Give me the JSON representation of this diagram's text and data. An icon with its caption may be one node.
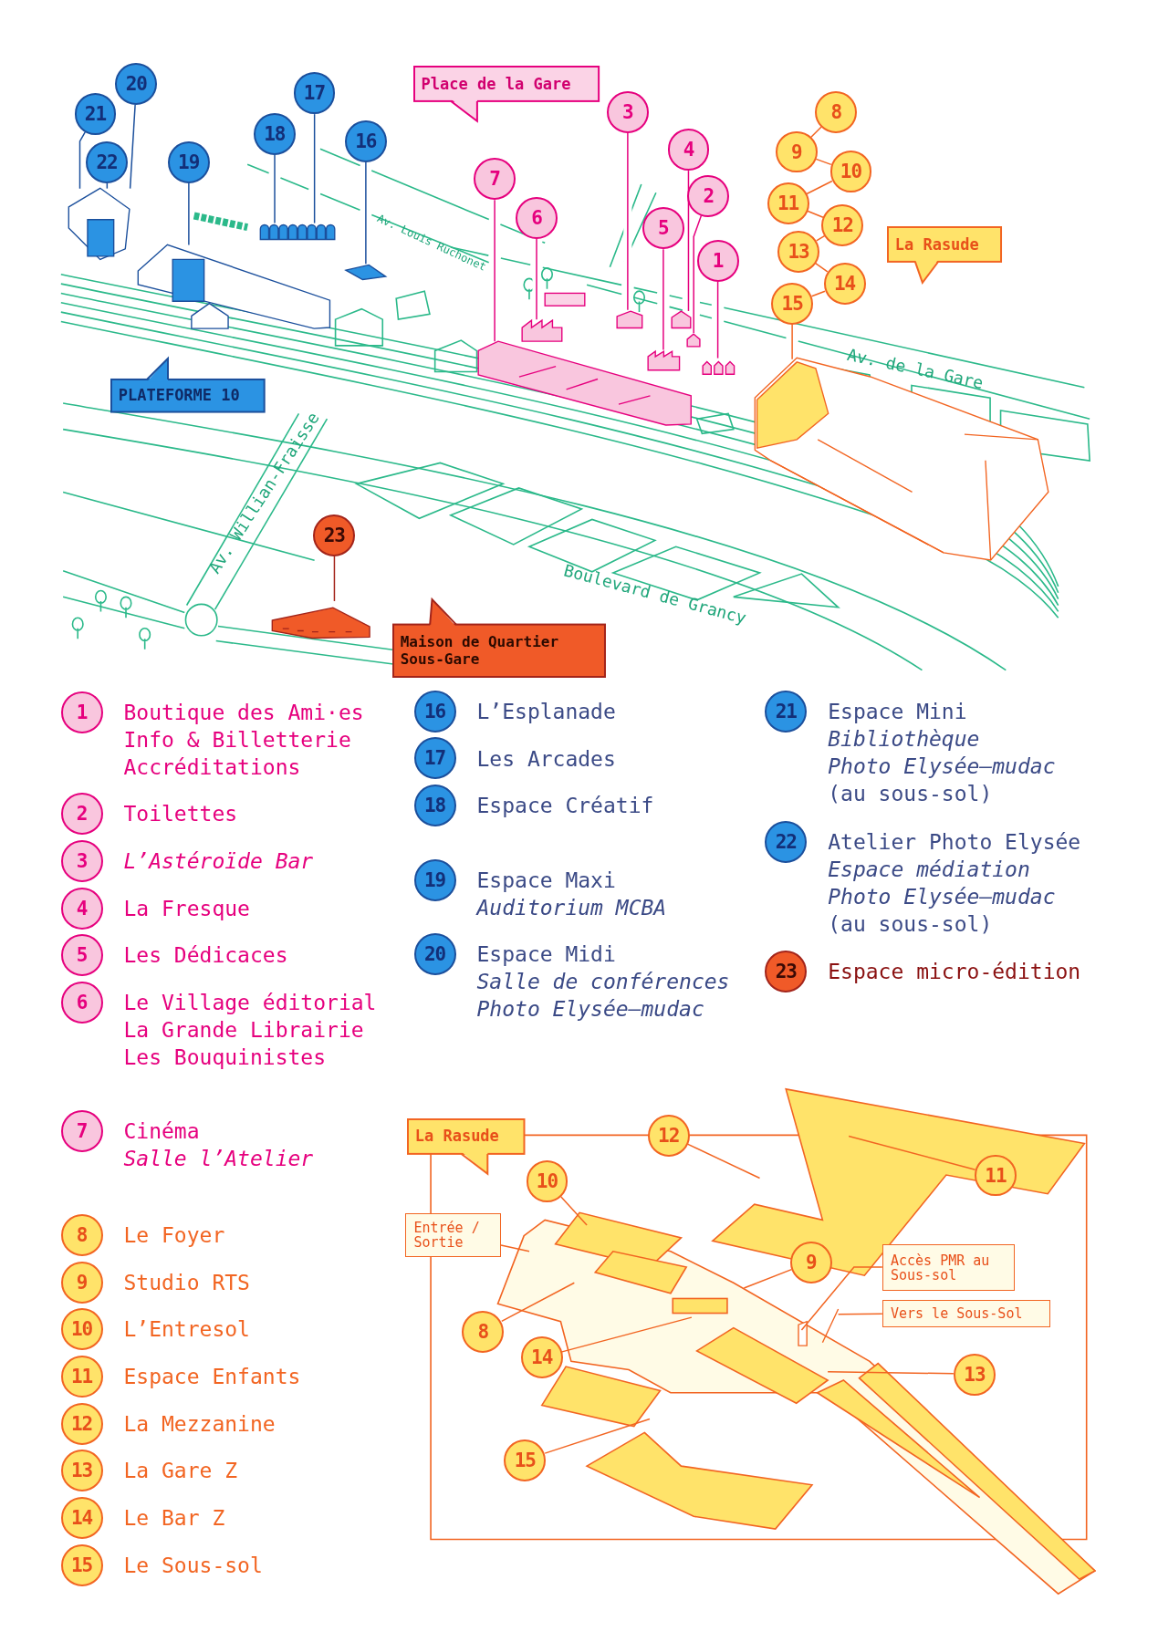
{
  "diagram": {
    "nodes": [
      {
        "text": [
          "1"
        ]
      },
      {
        "text": [
          "2"
        ]
      },
      {
        "text": [
          "3"
        ]
      },
      {
        "text": [
          "4"
        ]
      },
      {
        "text": [
          "5"
        ]
      },
      {
        "text": [
          "6"
        ]
      },
      {
        "text": [
          "7"
        ]
      },
      {
        "text": [
          "8"
        ]
      },
      {
        "text": [
          "9"
        ]
      },
      {
        "text": [
          "10"
        ]
      },
      {
        "text": [
          "11"
        ]
      },
      {
        "text": [
          "12"
        ]
      },
      {
        "text": [
          "13"
        ]
      },
      {
        "text": [
          "14"
        ]
      },
      {
        "text": [
          "15"
        ]
      },
      {
        "text": [
          "16"
        ]
      },
      {
        "text": [
          "17"
        ]
      },
      {
        "text": [
          "18"
        ]
      },
      {
        "text": [
          "19"
        ]
      },
      {
        "text": [
          "20"
        ]
      },
      {
        "text": [
          "21"
        ]
      },
      {
        "text": [
          "22"
        ]
      },
      {
        "text": [
          "23"
        ]
      },
      {
        "text": [
          "Place de la Gare"
        ]
      },
      {
        "text": [
          "La Rasude"
        ]
      },
      {
        "text": [
          "PLATEFORME 10"
        ]
      },
      {
        "text": [
          "Maison de Quartier Sous-Gare"
        ]
      },
      {
        "text": [
          "1",
          "Boutique des Ami·es",
          "Info & Billetterie",
          "Accréditations"
        ]
      },
      {
        "text": [
          "2",
          "Toilettes"
        ]
      },
      {
        "text": [
          "3",
          "L’Astéroïde Bar"
        ]
      },
      {
        "text": [
          "4",
          "La Fresque"
        ]
      },
      {
        "text": [
          "5",
          "Les Dédicaces"
        ]
      },
      {
        "text": [
          "6",
          "Le Village éditorial",
          "La Grande Librairie",
          "Les Bouquinistes"
        ]
      },
      {
        "text": [
          "7",
          "Cinéma",
          "Salle l’Atelier"
        ]
      },
      {
        "text": [
          "8",
          "Le Foyer"
        ]
      },
      {
        "text": [
          "9",
          "Studio RTS"
        ]
      },
      {
        "text": [
          "10",
          "L’Entresol"
        ]
      },
      {
        "text": [
          "11",
          "Espace Enfants"
        ]
      },
      {
        "text": [
          "12",
          "La Mezzanine"
        ]
      },
      {
        "text": [
          "13",
          "La Gare Z"
        ]
      },
      {
        "text": [
          "14",
          "Le Bar Z"
        ]
      },
      {
        "text": [
          "15",
          "Le Sous-sol"
        ]
      },
      {
        "text": [
          "16",
          "L’Esplanade"
        ]
      },
      {
        "text": [
          "17",
          "Les Arcades"
        ]
      },
      {
        "text": [
          "18",
          "Espace Créatif"
        ]
      },
      {
        "text": [
          "19",
          "Espace Maxi",
          "Auditorium MCBA"
        ]
      },
      {
        "text": [
          "20",
          "Espace Midi",
          "Salle de conférences",
          "Photo Elysée–mudac"
        ]
      },
      {
        "text": [
          "21",
          "Espace Mini",
          "Bibliothèque",
          "Photo Elysée–mudac",
          "(au sous-sol)"
        ]
      },
      {
        "text": [
          "22",
          "Atelier Photo Elysée",
          "Espace médiation",
          "Photo Elysée–mudac",
          "(au sous-sol)"
        ]
      },
      {
        "text": [
          "23",
          "Espace micro-édition"
        ]
      },
      {
        "text": [
          "La Rasude"
        ]
      },
      {
        "text": [
          "Entrée / Sortie"
        ]
      },
      {
        "text": [
          "Accès PMR au Sous-sol"
        ]
      },
      {
        "text": [
          "Vers le Sous-Sol"
        ]
      },
      {
        "text": [
          "8"
        ]
      },
      {
        "text": [
          "9"
        ]
      },
      {
        "text": [
          "10"
        ]
      },
      {
        "text": [
          "11"
        ]
      },
      {
        "text": [
          "12"
        ]
      },
      {
        "text": [
          "13"
        ]
      },
      {
        "text": [
          "14"
        ]
      },
      {
        "text": [
          "15"
        ]
      },
      {
        "text": [],
        "shape": "building"
      },
      {
        "text": [],
        "shape": "building"
      },
      {
        "text": [],
        "shape": "building"
      },
      {
        "text": [],
        "shape": "building"
      },
      {
        "text": [],
        "shape": "building"
      },
      {
        "text": [],
        "shape": "building"
      },
      {
        "text": [],
        "shape": "building"
      },
      {
        "text": [],
        "shape": "building"
      },
      {
        "text": [],
        "shape": "building"
      },
      {
        "text": [],
        "shape": "building"
      },
      {
        "text": [],
        "shape": "building"
      },
      {
        "text": [],
        "shape": "building"
      },
      {
        "text": [],
        "shape": "building"
      }
    ],
    "edges": [
      {
        "from": 0,
        "to": 62,
        "arrow": "none",
        "color": "#e6007e"
      },
      {
        "from": 1,
        "to": 63,
        "arrow": "none",
        "color": "#e6007e"
      },
      {
        "from": 2,
        "to": 64,
        "arrow": "none",
        "color": "#e6007e"
      },
      {
        "from": 3,
        "to": 65,
        "arrow": "none",
        "color": "#e6007e"
      },
      {
        "from": 4,
        "to": 66,
        "arrow": "none",
        "color": "#e6007e"
      },
      {
        "from": 5,
        "to": 67,
        "arrow": "none",
        "color": "#e6007e"
      },
      {
        "from": 6,
        "to": 68,
        "arrow": "none",
        "color": "#e6007e"
      },
      {
        "from": 7,
        "to": 8,
        "arrow": "none"
      },
      {
        "from": 8,
        "to": 9,
        "arrow": "none"
      },
      {
        "from": 9,
        "to": 10,
        "arrow": "none"
      },
      {
        "from": 10,
        "to": 11,
        "arrow": "none"
      },
      {
        "from": 11,
        "to": 12,
        "arrow": "none"
      },
      {
        "from": 12,
        "to": 13,
        "arrow": "none"
      },
      {
        "from": 13,
        "to": 14,
        "arrow": "none"
      },
      {
        "from": 14,
        "to": 69,
        "arrow": "none"
      },
      {
        "from": 15,
        "to": 70,
        "arrow": "none",
        "color": "#1b4f9c"
      },
      {
        "from": 16,
        "to": 71,
        "arrow": "none",
        "color": "#1b4f9c"
      },
      {
        "from": 17,
        "to": 71,
        "arrow": "none",
        "color": "#1b4f9c"
      },
      {
        "from": 18,
        "to": 72,
        "arrow": "none",
        "color": "#1b4f9c"
      },
      {
        "from": 19,
        "to": 73,
        "arrow": "none",
        "color": "#1b4f9c"
      },
      {
        "from": 20,
        "to": 73,
        "arrow": "none",
        "color": "#1b4f9c"
      },
      {
        "from": 21,
        "to": 73,
        "arrow": "none",
        "color": "#1b4f9c"
      },
      {
        "from": 22,
        "to": 74,
        "arrow": "none",
        "color": "#a3241a"
      },
      {
        "from": 51,
        "to": null,
        "arrow": "none"
      },
      {
        "from": 52,
        "to": null,
        "arrow": "none"
      },
      {
        "from": 53,
        "to": null,
        "arrow": "none"
      },
      {
        "from": 54,
        "to": null,
        "arrow": "none"
      },
      {
        "from": 55,
        "to": null,
        "arrow": "none"
      },
      {
        "from": 56,
        "to": null,
        "arrow": "none"
      },
      {
        "from": 57,
        "to": null,
        "arrow": "none"
      },
      {
        "from": 58,
        "to": null,
        "arrow": "none"
      },
      {
        "from": 59,
        "to": null,
        "arrow": "none"
      },
      {
        "from": 60,
        "to": null,
        "arrow": "none"
      },
      {
        "from": 61,
        "to": null,
        "arrow": "none"
      }
    ],
    "labels": [
      "Av. Louis Ruchonet",
      "Av. de la Gare",
      "Av. Willian-Fraisse",
      "Boulevard de Grancy"
    ]
  }
}
